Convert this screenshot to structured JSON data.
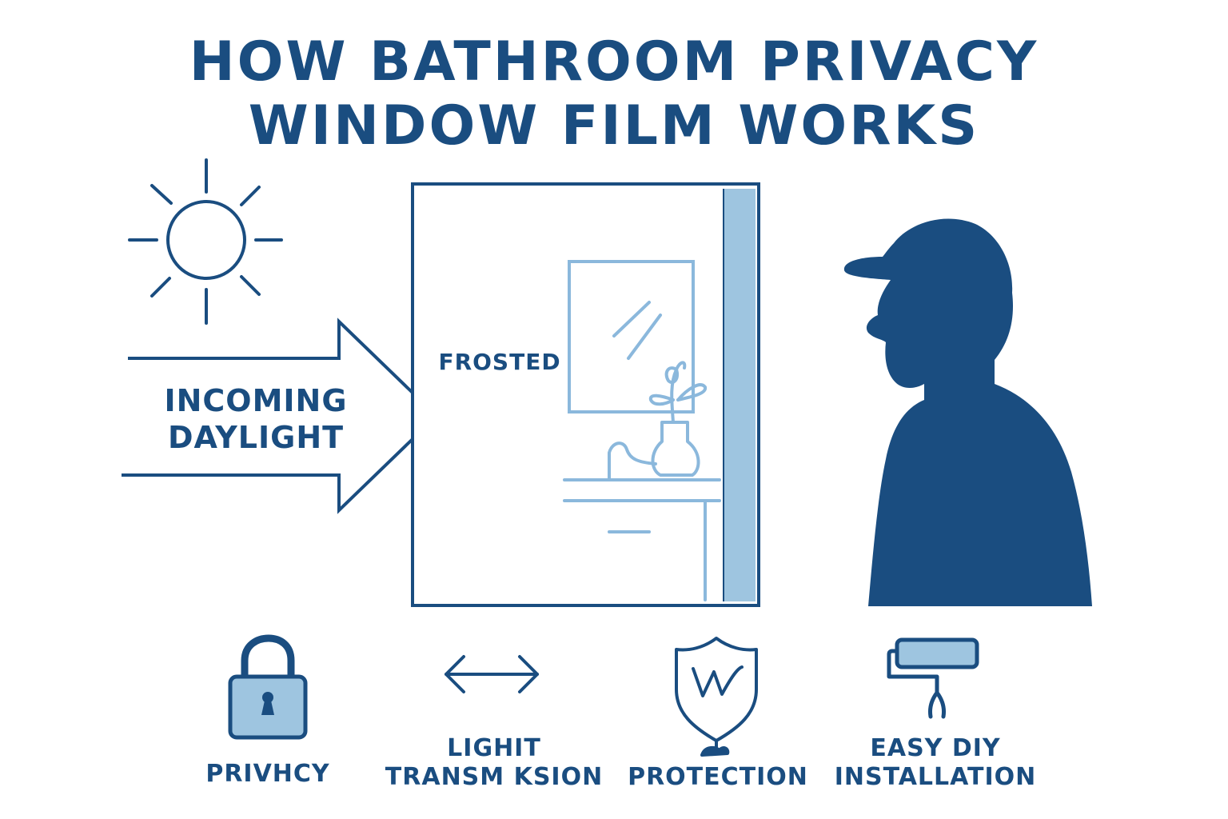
{
  "title": {
    "line1": "HOW BATHROOM PRIVACY",
    "line2": "WINDOW FILM WORKS"
  },
  "colors": {
    "primary": "#1a4d80",
    "light_blue": "#9ec5e0",
    "light_blue_stroke": "#8bb8dc",
    "background": "#ffffff"
  },
  "sun": {
    "icon": "sun-icon"
  },
  "arrow": {
    "icon": "arrow-right-icon",
    "label_line1": "INCOMING",
    "label_line2": "DAYLIGHT"
  },
  "window": {
    "label": "FROSTED",
    "interior_items": [
      "mirror-icon",
      "vase-icon",
      "shelf-icon",
      "vanity-icon"
    ]
  },
  "person": {
    "icon": "person-silhouette-icon"
  },
  "features": [
    {
      "icon": "lock-icon",
      "line1": "PRIVHCY",
      "line2": ""
    },
    {
      "icon": "double-arrow-icon",
      "line1": "LIGHIT",
      "line2": "TRANSM KSION"
    },
    {
      "icon": "shield-icon",
      "line1": "PROTECTION",
      "line2": ""
    },
    {
      "icon": "paint-roller-icon",
      "line1": "EASY DIY",
      "line2": "INSTALLATION"
    }
  ]
}
